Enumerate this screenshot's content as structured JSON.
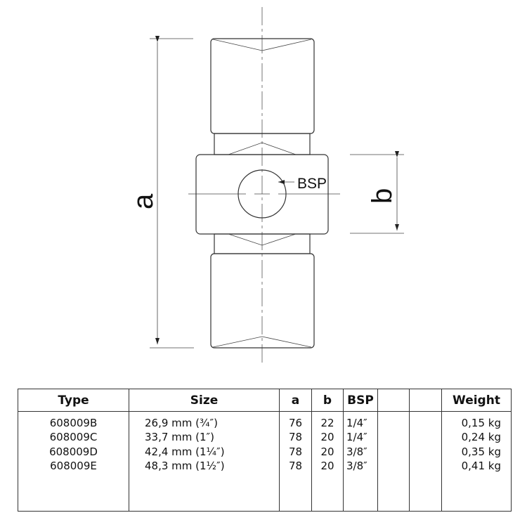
{
  "drawing": {
    "dimension_a_label": "a",
    "dimension_b_label": "b",
    "bsp_label": "BSP"
  },
  "table": {
    "headers": [
      "Type",
      "Size",
      "a",
      "b",
      "BSP",
      "",
      "",
      "Weight"
    ],
    "rows": [
      {
        "type": "608009B",
        "size": "26,9 mm (¾″)",
        "a": "76",
        "b": "22",
        "bsp": "1/4″",
        "weight": "0,15 kg"
      },
      {
        "type": "608009C",
        "size": "33,7 mm (1″)",
        "a": "78",
        "b": "20",
        "bsp": "1/4″",
        "weight": "0,24 kg"
      },
      {
        "type": "608009D",
        "size": "42,4 mm (1¼″)",
        "a": "78",
        "b": "20",
        "bsp": "3/8″",
        "weight": "0,35 kg"
      },
      {
        "type": "608009E",
        "size": "48,3 mm (1½″)",
        "a": "78",
        "b": "20",
        "bsp": "3/8″",
        "weight": "0,41 kg"
      }
    ]
  }
}
